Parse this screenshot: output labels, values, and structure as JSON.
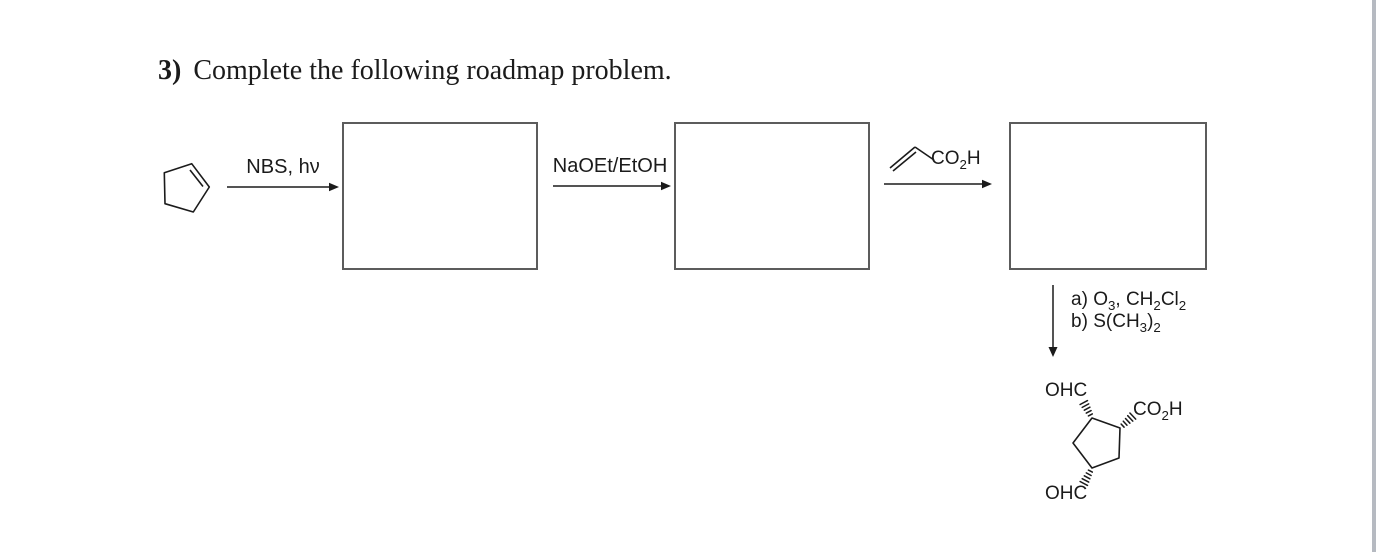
{
  "colors": {
    "ink": "#1b1b1b",
    "box_border": "#5c5c5c",
    "page_bg": "#ffffff",
    "edge_strip": "#b6bac1"
  },
  "title": {
    "number": "3)",
    "text": "Complete the following roadmap problem."
  },
  "reaction": {
    "start_structure": "cyclopentene-skeletal",
    "arrow1_label": "NBS, hν",
    "arrow2_label": "NaOEt/EtOH",
    "arrow3_structure": "acrylic-acid-skeletal",
    "arrow3_label": "CO₂H",
    "down_arrow_line1": "a) O₃, CH₂Cl₂",
    "down_arrow_line2": "b) S(CH₃)₂",
    "product_structure": "cyclopentane-skeletal-with-hashed-stereo-bonds",
    "product_label_top": "OHC",
    "product_label_right": "CO₂H",
    "product_label_bottom": "OHC",
    "answer_box_count": 3
  }
}
